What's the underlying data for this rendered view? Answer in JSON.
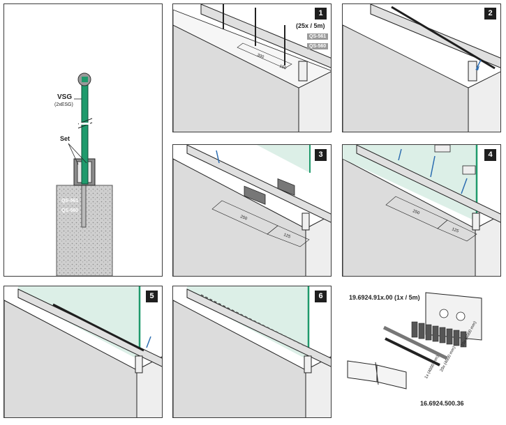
{
  "overview": {
    "glass_label": "VSG",
    "glass_sublabel": "(2xESG)",
    "set_label": "Set",
    "profile_a": "QS-561",
    "profile_b": "QS-560"
  },
  "steps": [
    {
      "number": "1",
      "spec": "(25x / 5m)",
      "tag_a": "QS-561",
      "tag_b": "QS-560",
      "dim_a": "300",
      "dim_b": "150"
    },
    {
      "number": "2"
    },
    {
      "number": "3",
      "dim_a": "250",
      "dim_b": "125"
    },
    {
      "number": "4",
      "dim_a": "250",
      "dim_b": "125"
    },
    {
      "number": "5"
    },
    {
      "number": "6"
    }
  ],
  "kit": {
    "set_code": "19.6924.91x.00 (1x / 5m)",
    "profile_code": "16.6924.500.36",
    "len_a": "20x (4000 mm)",
    "len_b": "20x (4000 mm)",
    "len_c": "1x (4000 mm)"
  },
  "colors": {
    "glass": "#1f9a6c",
    "glass_light": "#dcefe7",
    "line": "#222222",
    "wall": "#dcdcdc"
  }
}
